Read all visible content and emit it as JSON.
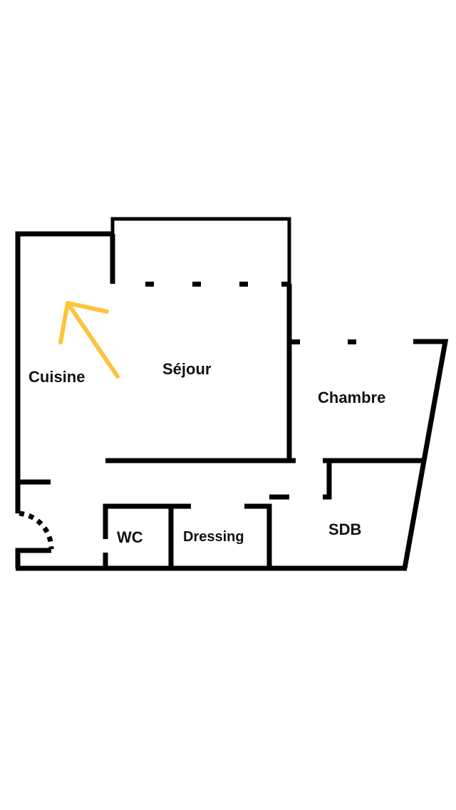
{
  "plan": {
    "rooms": {
      "cuisine": "Cuisine",
      "sejour": "Séjour",
      "chambre": "Chambre",
      "wc": "WC",
      "dressing": "Dressing",
      "sdb": "SDB"
    },
    "colors": {
      "walls": "#000000",
      "arrow": "#FDC33C",
      "background": "#FFFFFF"
    }
  }
}
